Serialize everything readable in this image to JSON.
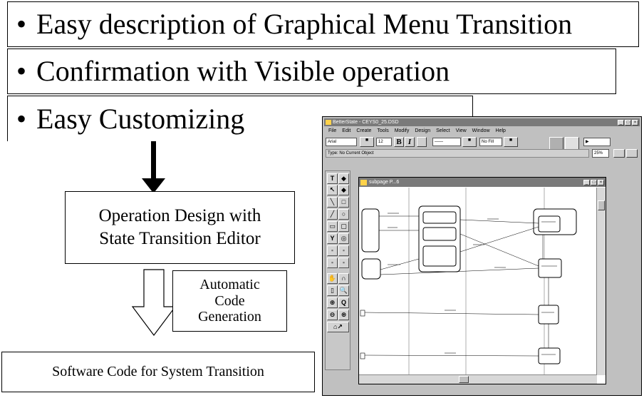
{
  "bullets": {
    "item1": "Easy description of Graphical Menu Transition",
    "item2": "Confirmation with Visible operation",
    "item3": "Easy Customizing",
    "bullet_char": "•"
  },
  "flow": {
    "design_box": {
      "line1": "Operation Design with",
      "line2": "State Transition Editor"
    },
    "codegen_label": {
      "line1": "Automatic",
      "line2": "Code",
      "line3": "Generation"
    },
    "output_box": "Software Code for System Transition"
  },
  "app": {
    "title": "BetterState - CEYS0_25.DSD",
    "menu": [
      "File",
      "Edit",
      "Create",
      "Tools",
      "Modify",
      "Design",
      "Select",
      "View",
      "Window",
      "Help"
    ],
    "font_name": "Arial",
    "font_size": "12",
    "bold_label": "B",
    "italic_label": "I",
    "fill_label": "No Fill",
    "status_text": "Type: No Current Object",
    "zoom": "25%",
    "subwindow_title": "subpage P...6"
  },
  "colors": {
    "window_gray": "#c0c0c0",
    "titlebar": "#7a7a7a"
  }
}
